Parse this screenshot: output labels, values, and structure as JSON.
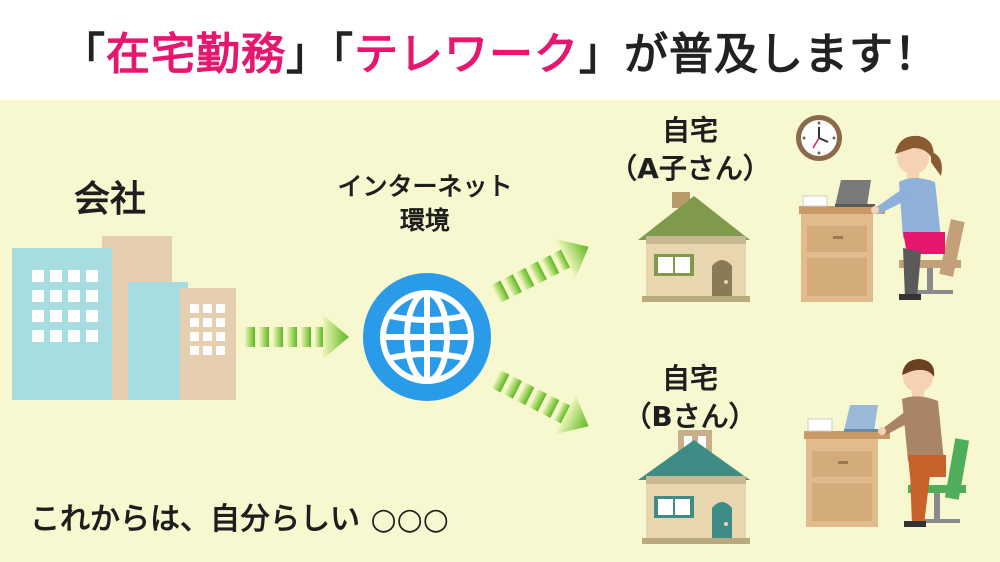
{
  "header": {
    "bracket_open_1": "「",
    "keyword_1": "在宅勤務",
    "bracket_close_1": "」",
    "bracket_open_2": "「",
    "keyword_2": "テレワーク",
    "bracket_close_2": "」",
    "suffix": "が普及します！"
  },
  "company": {
    "label": "会社"
  },
  "network": {
    "line1": "インターネット",
    "line2": "環境"
  },
  "home_a": {
    "title": "自宅",
    "person": "（A子さん）"
  },
  "home_b": {
    "title": "自宅",
    "person": "（Bさん）"
  },
  "footer": {
    "text": "これからは、自分らしい ○○○"
  },
  "colors": {
    "accent": "#e5176f",
    "background": "#f7f8cf",
    "globe": "#2a9be8",
    "arrow": "#6cbf2a"
  },
  "icons": [
    "building-icon",
    "globe-icon",
    "arrow-icon",
    "house-icon",
    "clock-icon",
    "worker-woman-icon",
    "worker-man-icon"
  ]
}
